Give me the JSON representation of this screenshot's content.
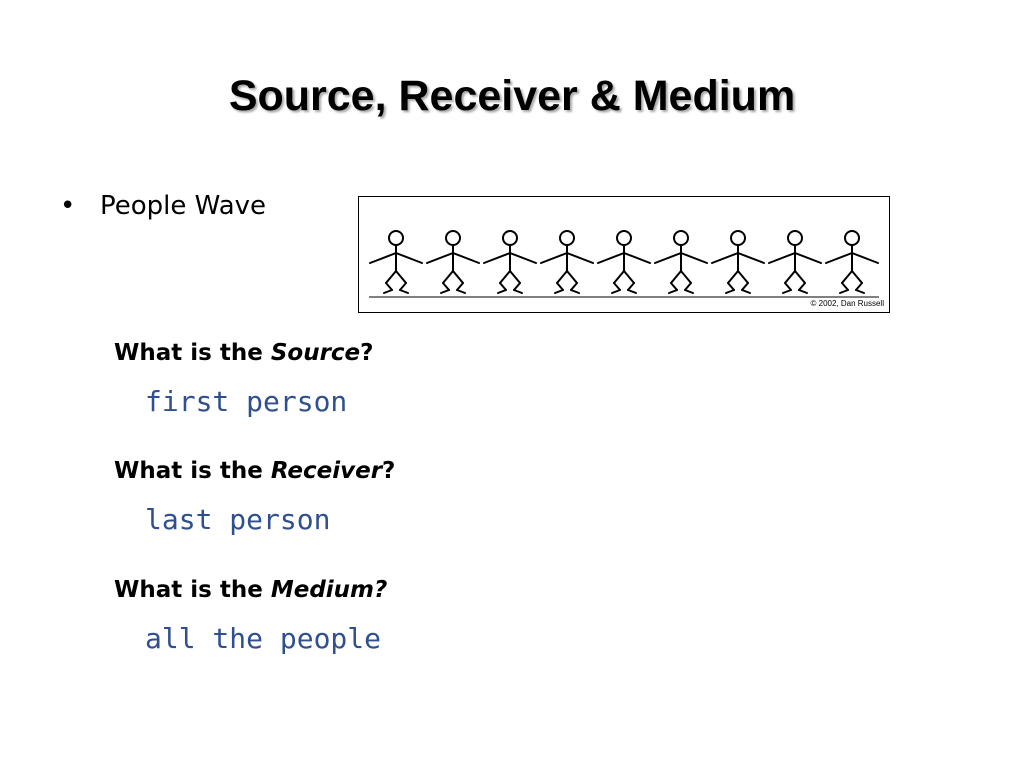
{
  "slide": {
    "title": "Source, Receiver & Medium",
    "bullet": {
      "marker": "•",
      "text": "People Wave"
    },
    "figure": {
      "credit": "© 2002, Dan Russell",
      "figure_count": 9
    },
    "questions": [
      {
        "prefix": "What is the ",
        "term": "Source",
        "suffix": "?",
        "answer": "first person"
      },
      {
        "prefix": "What is the ",
        "term": "Receiver",
        "suffix": "?",
        "answer": "last person"
      },
      {
        "prefix": "What is the ",
        "term": "Medium?",
        "suffix": "",
        "answer": "all the people"
      }
    ],
    "answer_color": "#2f4f8f"
  }
}
